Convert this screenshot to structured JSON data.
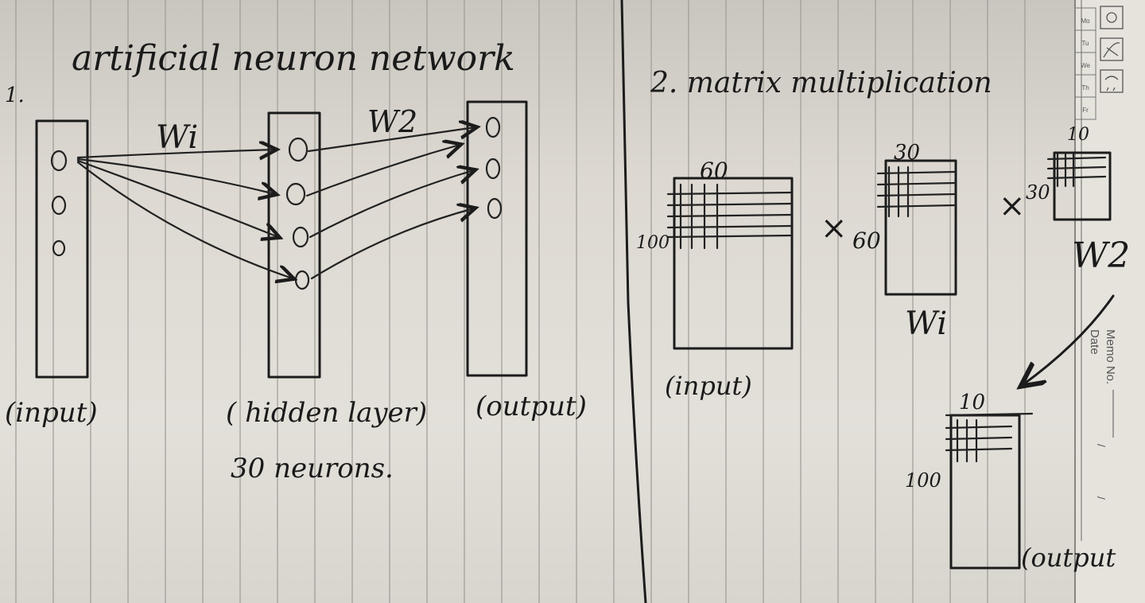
{
  "section1": {
    "number": "1.",
    "title": "artificial neuron network",
    "weight1_label": "Wi",
    "weight2_label": "W2",
    "input_label": "(input)",
    "hidden_label": "( hidden layer)",
    "output_label": "(output)",
    "neuron_count": "30 neurons.",
    "input_nodes": [
      "0",
      "0",
      "0"
    ],
    "hidden_nodes": [
      "0",
      "0",
      "0",
      "0"
    ],
    "output_nodes": [
      "0",
      "0",
      "0"
    ]
  },
  "section2": {
    "title": "2. matrix multiplication",
    "input_cols": "60",
    "input_rows": "100",
    "input_label": "(input)",
    "times1": "×",
    "w1_rows": "60",
    "w1_cols": "30",
    "w1_label": "Wi",
    "times2": "×",
    "w2_rows": "30",
    "w2_cols": "10",
    "w2_label": "W2",
    "out_cols": "10",
    "out_rows": "100",
    "out_label": "(output"
  },
  "notebook": {
    "day_tabs": [
      "Mo",
      "Tu",
      "We",
      "Th",
      "Fr"
    ],
    "memo_label": "Memo No.",
    "date_label": "Date",
    "date_slashes": [
      "/",
      "/"
    ]
  }
}
